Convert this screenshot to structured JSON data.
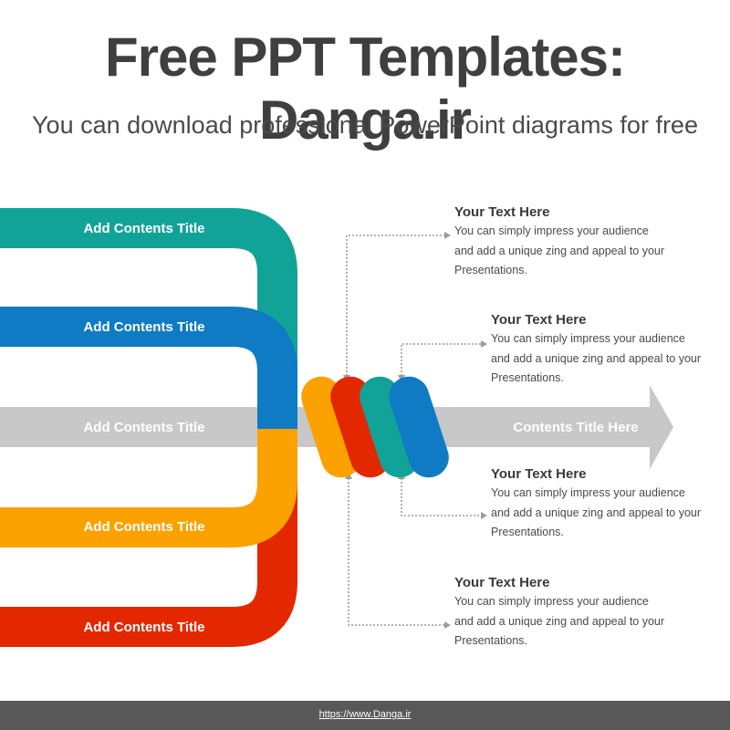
{
  "header": {
    "title": "Free PPT Templates: Danga.ir",
    "subtitle": "You can download professional PowerPoint diagrams for free"
  },
  "bands": [
    {
      "label": "Add Contents Title",
      "color": "#12A398"
    },
    {
      "label": "Add Contents Title",
      "color": "#0E7BC4"
    },
    {
      "label": "Add Contents Title",
      "color": "#C8C8C8"
    },
    {
      "label": "Add Contents Title",
      "color": "#FBA100"
    },
    {
      "label": "Add Contents Title",
      "color": "#E32800"
    }
  ],
  "arrow_label": "Contents Title Here",
  "text_blocks": [
    {
      "heading": "Your Text Here",
      "lines": [
        "You can simply impress your audience",
        "and add a unique zing and appeal to your",
        "Presentations."
      ]
    },
    {
      "heading": "Your Text Here",
      "lines": [
        "You can simply impress your audience",
        "and add a unique zing and appeal to your",
        "Presentations."
      ]
    },
    {
      "heading": "Your Text Here",
      "lines": [
        "You can simply impress your audience",
        "and add a unique zing and appeal to your",
        "Presentations."
      ]
    },
    {
      "heading": "Your Text Here",
      "lines": [
        "You can simply impress your audience",
        "and add a unique zing and appeal to your",
        "Presentations."
      ]
    }
  ],
  "footer": {
    "link": "https://www.Danga.ir"
  }
}
